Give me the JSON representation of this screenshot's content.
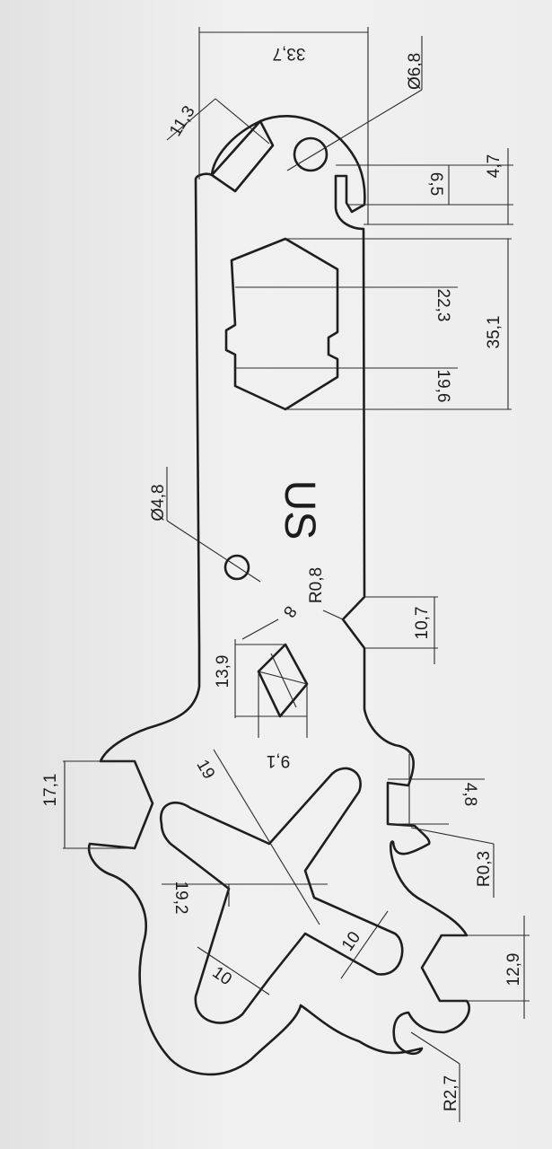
{
  "drawing": {
    "marking": "US",
    "dimensions": {
      "overall_width": "33,7",
      "hole_top": "Ø6,8",
      "jaw_top": "11,3",
      "slot_depth": "6,5",
      "slot_width": "4,7",
      "hex_large_flat": "22,3",
      "hex_large_inner": "19,6",
      "hex_large_length": "35,1",
      "hole_mid": "Ø4,8",
      "radius_notch": "R0,8",
      "notch_width": "10,7",
      "diamond_height": "13,9",
      "diamond_side": "8",
      "diamond_width": "9,1",
      "jaw_left": "17,1",
      "slot_mid": "4,8",
      "radius_slot": "R0,3",
      "star_span": "19",
      "star_height": "19,2",
      "arm_width_right": "10",
      "arm_width_left": "10",
      "jaw_right": "12,9",
      "radius_hook": "R2,7"
    }
  }
}
